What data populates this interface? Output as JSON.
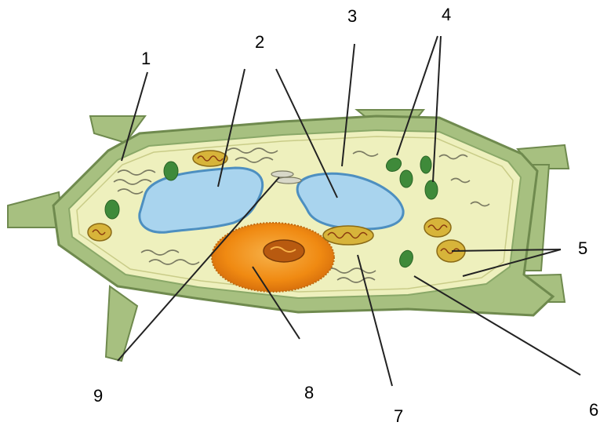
{
  "labels": {
    "l1": "1",
    "l2": "2",
    "l3": "3",
    "l4": "4",
    "l5": "5",
    "l6": "6",
    "l7": "7",
    "l8": "8",
    "l9": "9"
  },
  "colors": {
    "cell_wall": "#a7c080",
    "cell_wall_edge": "#6f8a4e",
    "cytoplasm": "#eef0bd",
    "vacuole": "#a9d4ee",
    "vacuole_edge": "#4d8fc0",
    "nucleus": "#f08a12",
    "nucleolus": "#b85a10",
    "chloroplast": "#3f8a3a",
    "mitochondrion": "#d7b43a",
    "leader_line": "#222222"
  }
}
